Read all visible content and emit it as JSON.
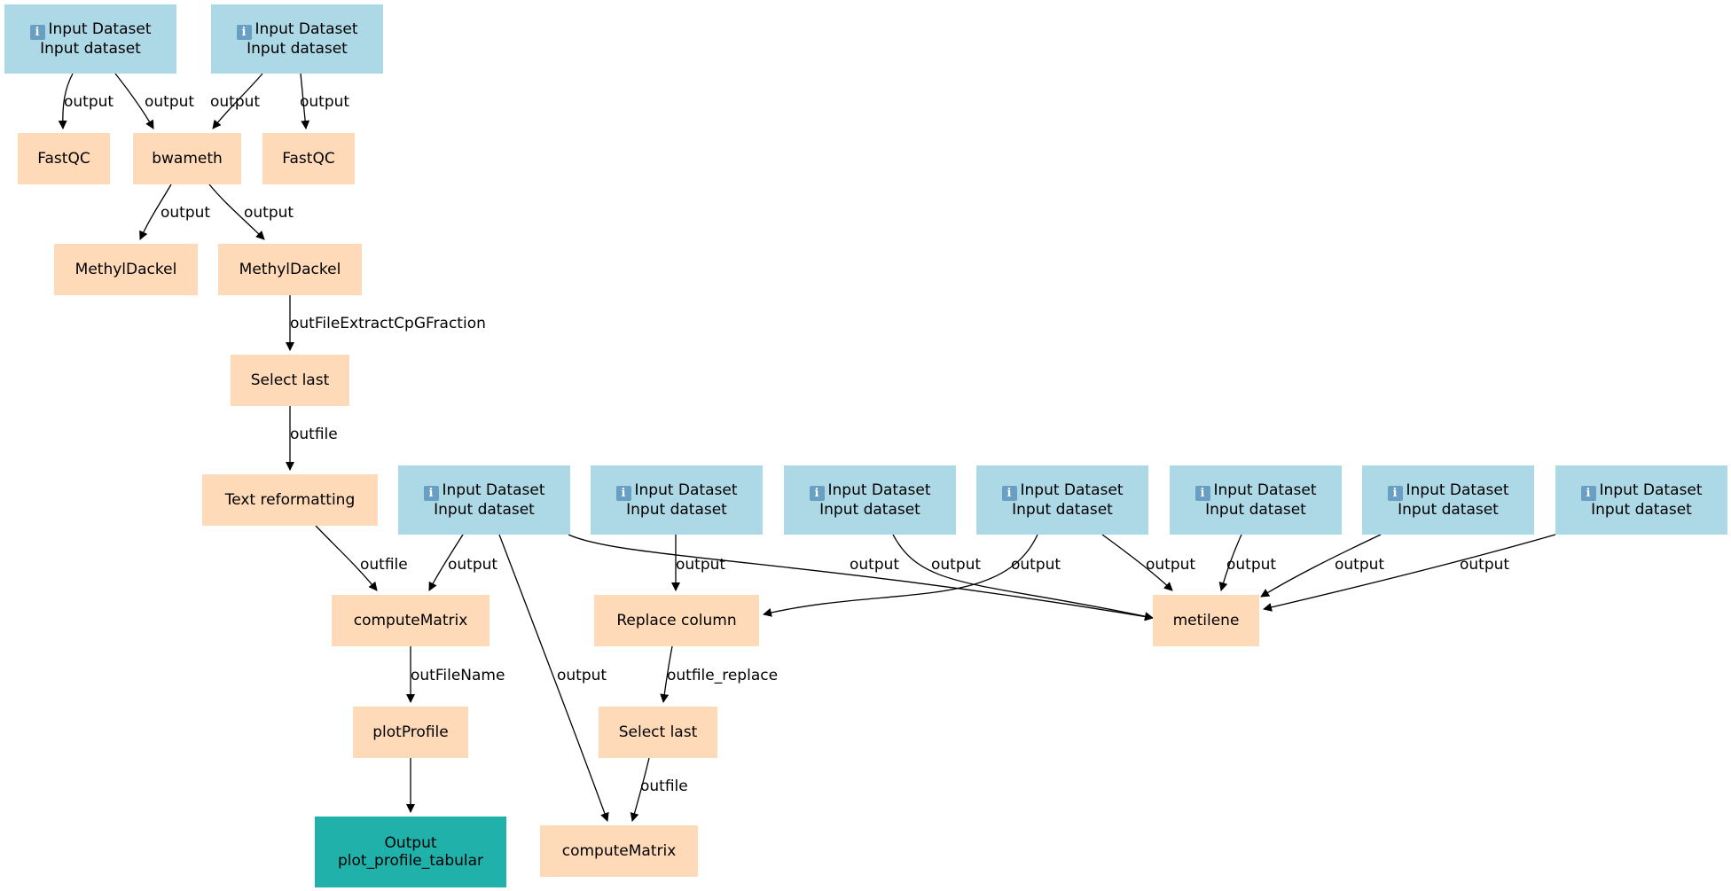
{
  "nodes": [
    {
      "id": "in0",
      "kind": "input",
      "lines": [
        "Input Dataset",
        "Input dataset"
      ],
      "icon": "info-icon"
    },
    {
      "id": "in1",
      "kind": "input",
      "lines": [
        "Input Dataset",
        "Input dataset"
      ],
      "icon": "info-icon"
    },
    {
      "id": "fastqc0",
      "kind": "tool",
      "lines": [
        "FastQC"
      ]
    },
    {
      "id": "bwameth",
      "kind": "tool",
      "lines": [
        "bwameth"
      ]
    },
    {
      "id": "fastqc1",
      "kind": "tool",
      "lines": [
        "FastQC"
      ]
    },
    {
      "id": "methyl0",
      "kind": "tool",
      "lines": [
        "MethylDackel"
      ]
    },
    {
      "id": "methyl1",
      "kind": "tool",
      "lines": [
        "MethylDackel"
      ]
    },
    {
      "id": "selectlast0",
      "kind": "tool",
      "lines": [
        "Select last"
      ]
    },
    {
      "id": "textreformat",
      "kind": "tool",
      "lines": [
        "Text reformatting"
      ]
    },
    {
      "id": "in2",
      "kind": "input",
      "lines": [
        "Input Dataset",
        "Input dataset"
      ],
      "icon": "info-icon"
    },
    {
      "id": "in3",
      "kind": "input",
      "lines": [
        "Input Dataset",
        "Input dataset"
      ],
      "icon": "info-icon"
    },
    {
      "id": "in4",
      "kind": "input",
      "lines": [
        "Input Dataset",
        "Input dataset"
      ],
      "icon": "info-icon"
    },
    {
      "id": "in5",
      "kind": "input",
      "lines": [
        "Input Dataset",
        "Input dataset"
      ],
      "icon": "info-icon"
    },
    {
      "id": "in6",
      "kind": "input",
      "lines": [
        "Input Dataset",
        "Input dataset"
      ],
      "icon": "info-icon"
    },
    {
      "id": "in7",
      "kind": "input",
      "lines": [
        "Input Dataset",
        "Input dataset"
      ],
      "icon": "info-icon"
    },
    {
      "id": "in8",
      "kind": "input",
      "lines": [
        "Input Dataset",
        "Input dataset"
      ],
      "icon": "info-icon"
    },
    {
      "id": "computematrix0",
      "kind": "tool",
      "lines": [
        "computeMatrix"
      ]
    },
    {
      "id": "replacecolumn",
      "kind": "tool",
      "lines": [
        "Replace column"
      ]
    },
    {
      "id": "metilene",
      "kind": "tool",
      "lines": [
        "metilene"
      ]
    },
    {
      "id": "plotprofile",
      "kind": "tool",
      "lines": [
        "plotProfile"
      ]
    },
    {
      "id": "selectlast1",
      "kind": "tool",
      "lines": [
        "Select last"
      ]
    },
    {
      "id": "outnode",
      "kind": "output",
      "lines": [
        "Output",
        "plot_profile_tabular"
      ]
    },
    {
      "id": "computematrix1",
      "kind": "tool",
      "lines": [
        "computeMatrix"
      ]
    }
  ],
  "edges": [
    {
      "from": "in0",
      "to": "fastqc0",
      "label": "output"
    },
    {
      "from": "in0",
      "to": "bwameth",
      "label": "output"
    },
    {
      "from": "in1",
      "to": "bwameth",
      "label": "output"
    },
    {
      "from": "in1",
      "to": "fastqc1",
      "label": "output"
    },
    {
      "from": "bwameth",
      "to": "methyl0",
      "label": "output"
    },
    {
      "from": "bwameth",
      "to": "methyl1",
      "label": "output"
    },
    {
      "from": "methyl1",
      "to": "selectlast0",
      "label": "outFileExtractCpGFraction"
    },
    {
      "from": "selectlast0",
      "to": "textreformat",
      "label": "outfile"
    },
    {
      "from": "textreformat",
      "to": "computematrix0",
      "label": "outfile"
    },
    {
      "from": "in2",
      "to": "computematrix0",
      "label": "output"
    },
    {
      "from": "in2",
      "to": "computematrix1",
      "label": "output"
    },
    {
      "from": "in2",
      "to": "metilene",
      "label": "output"
    },
    {
      "from": "in3",
      "to": "replacecolumn",
      "label": "output"
    },
    {
      "from": "in4",
      "to": "metilene",
      "label": "output"
    },
    {
      "from": "in5",
      "to": "replacecolumn",
      "label": "output"
    },
    {
      "from": "in5",
      "to": "metilene",
      "label": "output"
    },
    {
      "from": "in6",
      "to": "metilene",
      "label": "output"
    },
    {
      "from": "in7",
      "to": "metilene",
      "label": "output"
    },
    {
      "from": "in8",
      "to": "metilene",
      "label": "output"
    },
    {
      "from": "computematrix0",
      "to": "plotprofile",
      "label": "outFileName"
    },
    {
      "from": "replacecolumn",
      "to": "selectlast1",
      "label": "outfile_replace"
    },
    {
      "from": "plotprofile",
      "to": "outnode",
      "label": ""
    },
    {
      "from": "selectlast1",
      "to": "computematrix1",
      "label": "outfile"
    }
  ],
  "colors": {
    "input": "#add8e6",
    "tool": "#ffdab9",
    "output": "#20b2aa",
    "edge": "#000000"
  }
}
